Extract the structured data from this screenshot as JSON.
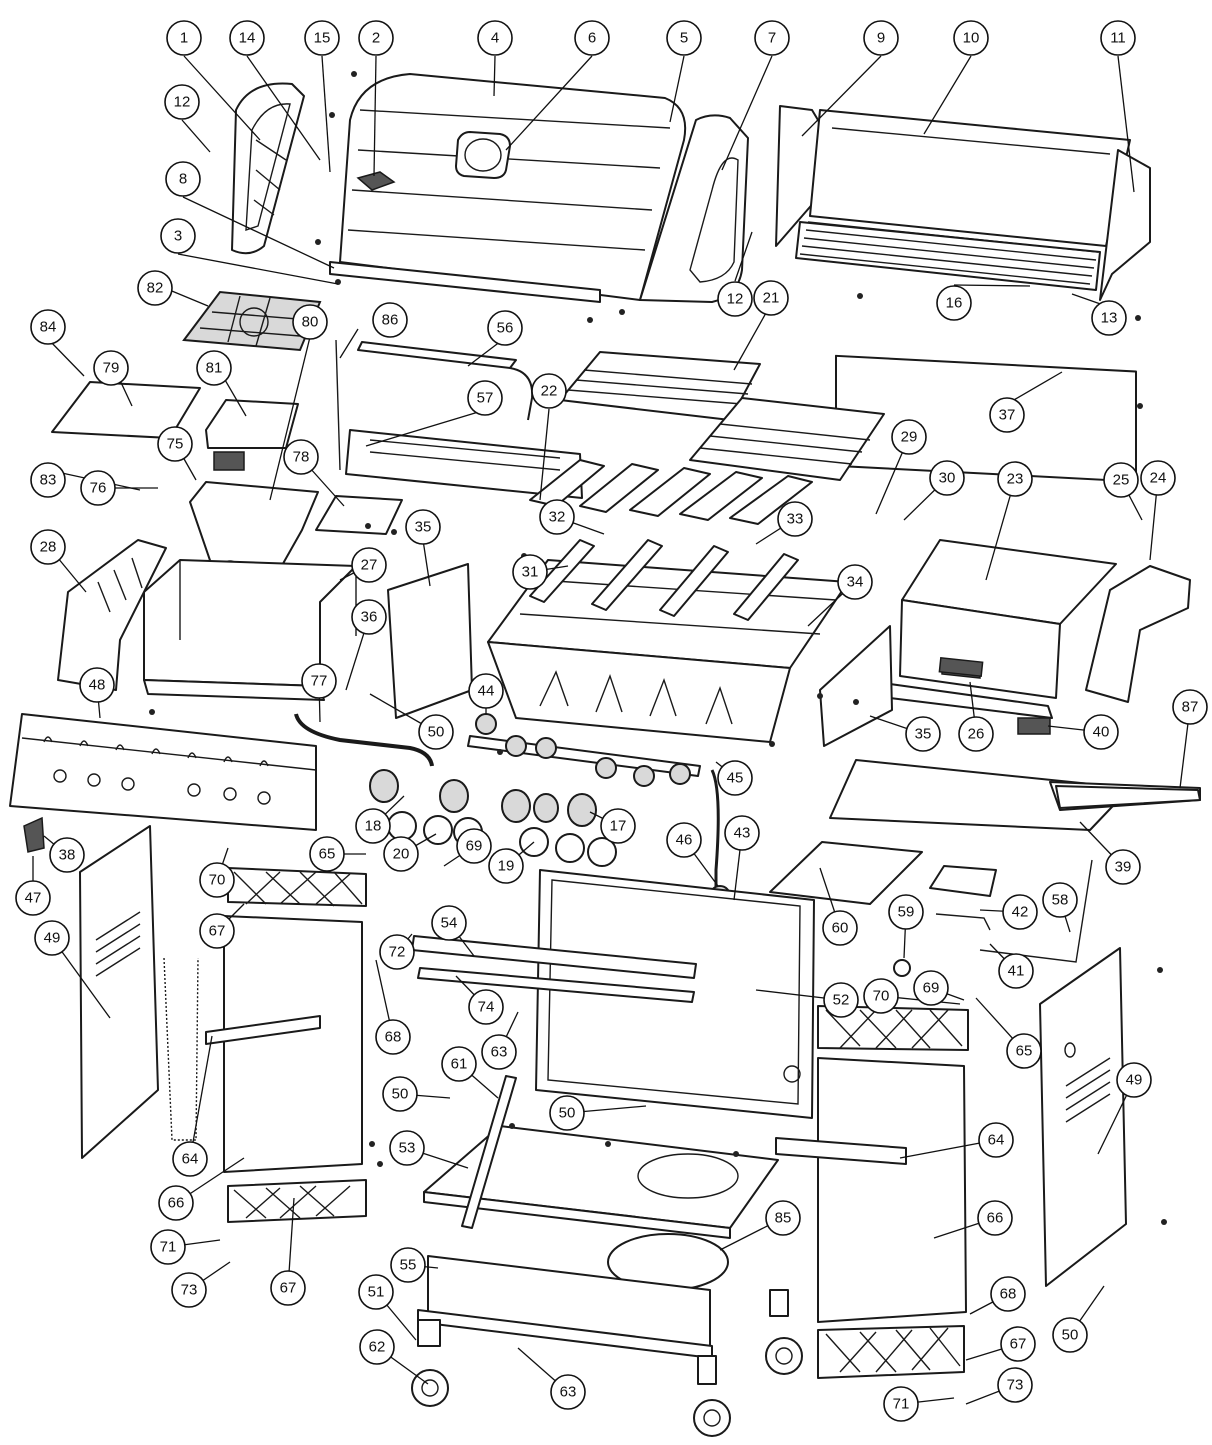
{
  "callouts": [
    {
      "label": "1"
    },
    {
      "label": "14"
    },
    {
      "label": "15"
    },
    {
      "label": "2"
    },
    {
      "label": "4"
    },
    {
      "label": "6"
    },
    {
      "label": "5"
    },
    {
      "label": "7"
    },
    {
      "label": "9"
    },
    {
      "label": "10"
    },
    {
      "label": "11"
    },
    {
      "label": "12"
    },
    {
      "label": "8"
    },
    {
      "label": "3"
    },
    {
      "label": "12"
    },
    {
      "label": "16"
    },
    {
      "label": "13"
    },
    {
      "label": "82"
    },
    {
      "label": "86"
    },
    {
      "label": "56"
    },
    {
      "label": "21"
    },
    {
      "label": "84"
    },
    {
      "label": "79"
    },
    {
      "label": "81"
    },
    {
      "label": "57"
    },
    {
      "label": "22"
    },
    {
      "label": "37"
    },
    {
      "label": "75"
    },
    {
      "label": "80"
    },
    {
      "label": "78"
    },
    {
      "label": "29"
    },
    {
      "label": "83"
    },
    {
      "label": "76"
    },
    {
      "label": "32"
    },
    {
      "label": "33"
    },
    {
      "label": "30"
    },
    {
      "label": "23"
    },
    {
      "label": "25"
    },
    {
      "label": "24"
    },
    {
      "label": "28"
    },
    {
      "label": "27"
    },
    {
      "label": "35"
    },
    {
      "label": "31"
    },
    {
      "label": "34"
    },
    {
      "label": "36"
    },
    {
      "label": "48"
    },
    {
      "label": "77"
    },
    {
      "label": "44"
    },
    {
      "label": "50"
    },
    {
      "label": "35"
    },
    {
      "label": "26"
    },
    {
      "label": "40"
    },
    {
      "label": "87"
    },
    {
      "label": "45"
    },
    {
      "label": "43"
    },
    {
      "label": "18"
    },
    {
      "label": "17"
    },
    {
      "label": "38"
    },
    {
      "label": "65"
    },
    {
      "label": "20"
    },
    {
      "label": "69"
    },
    {
      "label": "46"
    },
    {
      "label": "19"
    },
    {
      "label": "39"
    },
    {
      "label": "47"
    },
    {
      "label": "70"
    },
    {
      "label": "67"
    },
    {
      "label": "54"
    },
    {
      "label": "60"
    },
    {
      "label": "59"
    },
    {
      "label": "42"
    },
    {
      "label": "58"
    },
    {
      "label": "49"
    },
    {
      "label": "72"
    },
    {
      "label": "74"
    },
    {
      "label": "52"
    },
    {
      "label": "69"
    },
    {
      "label": "41"
    },
    {
      "label": "70"
    },
    {
      "label": "68"
    },
    {
      "label": "65"
    },
    {
      "label": "63"
    },
    {
      "label": "49"
    },
    {
      "label": "61"
    },
    {
      "label": "50"
    },
    {
      "label": "50"
    },
    {
      "label": "64"
    },
    {
      "label": "64"
    },
    {
      "label": "53"
    },
    {
      "label": "66"
    },
    {
      "label": "66"
    },
    {
      "label": "55"
    },
    {
      "label": "85"
    },
    {
      "label": "71"
    },
    {
      "label": "73"
    },
    {
      "label": "67"
    },
    {
      "label": "51"
    },
    {
      "label": "68"
    },
    {
      "label": "50"
    },
    {
      "label": "62"
    },
    {
      "label": "63"
    },
    {
      "label": "67"
    },
    {
      "label": "71"
    },
    {
      "label": "73"
    }
  ]
}
